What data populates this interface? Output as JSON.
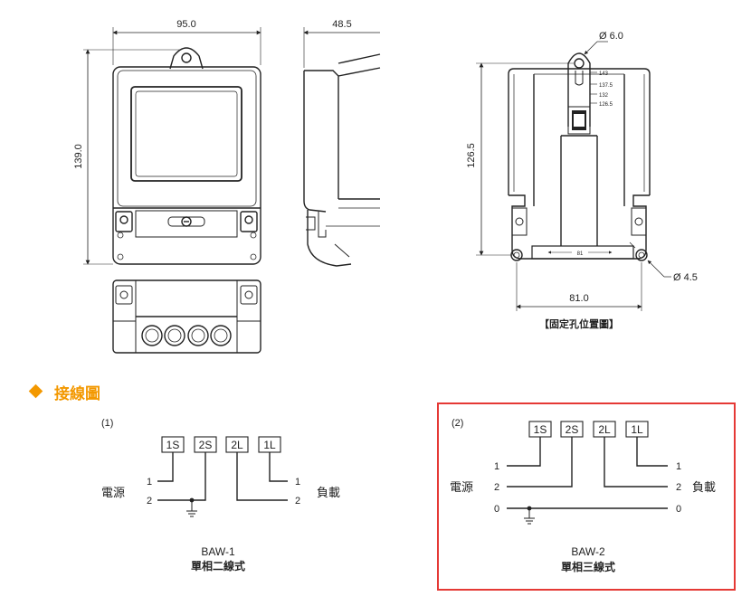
{
  "colors": {
    "accent": "#f39800",
    "frame": "#e53935",
    "line": "#222222"
  },
  "icons": {
    "section_bullet": "diamond-icon"
  },
  "dimensions": {
    "front_width": "95.0",
    "side_depth": "48.5",
    "front_height": "139.0",
    "back_hole": "Ø 6.0",
    "back_height": "126.5",
    "scale_marks": [
      "143",
      "137.5",
      "132",
      "126.5"
    ],
    "bottom_hole": "Ø 4.5",
    "back_width": "81.0",
    "inner_width": "81"
  },
  "caption_fix_holes": "【固定孔位置圖】",
  "section_title": "接線圖",
  "diagram1": {
    "number": "(1)",
    "terminals": [
      "1S",
      "2S",
      "2L",
      "1L"
    ],
    "source_label": "電源",
    "load_label": "負載",
    "source_lines": [
      "1",
      "2"
    ],
    "load_lines": [
      "1",
      "2"
    ],
    "model": "BAW-1",
    "description": "單相二線式"
  },
  "diagram2": {
    "number": "(2)",
    "terminals": [
      "1S",
      "2S",
      "2L",
      "1L"
    ],
    "source_label": "電源",
    "load_label": "負載",
    "source_lines": [
      "1",
      "2",
      "0"
    ],
    "load_lines": [
      "1",
      "2",
      "0"
    ],
    "model": "BAW-2",
    "description": "單相三線式"
  }
}
